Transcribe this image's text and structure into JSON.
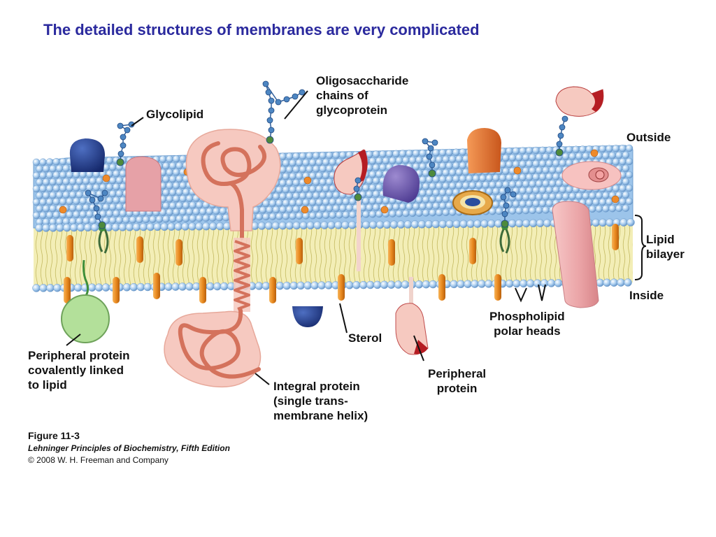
{
  "title": "The detailed structures of membranes are very complicated",
  "labels": {
    "oligosaccharide": [
      "Oligosaccharide",
      "chains of",
      "glycoprotein"
    ],
    "glycolipid": "Glycolipid",
    "outside": "Outside",
    "lipid_bilayer": [
      "Lipid",
      "bilayer"
    ],
    "inside": "Inside",
    "phospholipid": [
      "Phospholipid",
      "polar heads"
    ],
    "sterol": "Sterol",
    "peripheral_protein": [
      "Peripheral",
      "protein"
    ],
    "integral_protein": [
      "Integral protein",
      "(single trans-",
      "membrane helix)"
    ],
    "peripheral_covalent": [
      "Peripheral protein",
      "covalently linked",
      "to lipid"
    ]
  },
  "figure": {
    "number": "Figure 11-3",
    "book": "Lehninger Principles of Biochemistry, Fifth Edition",
    "copyright": "© 2008 W. H. Freeman and Company"
  },
  "colors": {
    "title": "#2b2a9e",
    "head": "#a9cdef",
    "tail": "#efe8a6",
    "sterol": "#e9891f",
    "protein_pink": "#f6c9c0",
    "helix": "#d4725c",
    "blue_protein": "#1f3b8a",
    "purple_protein": "#6a55a8",
    "green_protein": "#b3e09a",
    "sugar": "#4d86c2"
  }
}
